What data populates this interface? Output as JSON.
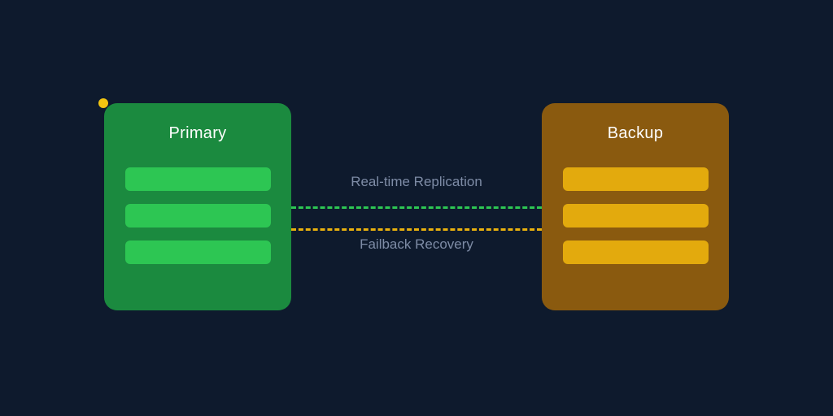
{
  "diagram": {
    "title": "Primary-Backup replication diagram",
    "background_color": "#0e1a2d",
    "label_color": "#7e8ca6",
    "nodes": [
      {
        "id": "primary",
        "label": "Primary",
        "box_color": "#1b8a3f",
        "bar_color": "#2dc653",
        "bar_count": 3
      },
      {
        "id": "backup",
        "label": "Backup",
        "box_color": "#8a5a0f",
        "bar_color": "#e3aa0d",
        "bar_count": 3
      }
    ],
    "connections": [
      {
        "id": "replication",
        "label": "Real-time Replication",
        "line_color": "#2dc653",
        "line_style": "dashed",
        "from": "Primary",
        "to": "Backup"
      },
      {
        "id": "failback",
        "label": "Failback Recovery",
        "line_color": "#e9b10e",
        "line_style": "dashed",
        "from": "Backup",
        "to": "Primary"
      }
    ],
    "marker": {
      "id": "corner-dot",
      "color": "#f2c511",
      "position": "top-left corner of Primary node"
    }
  }
}
